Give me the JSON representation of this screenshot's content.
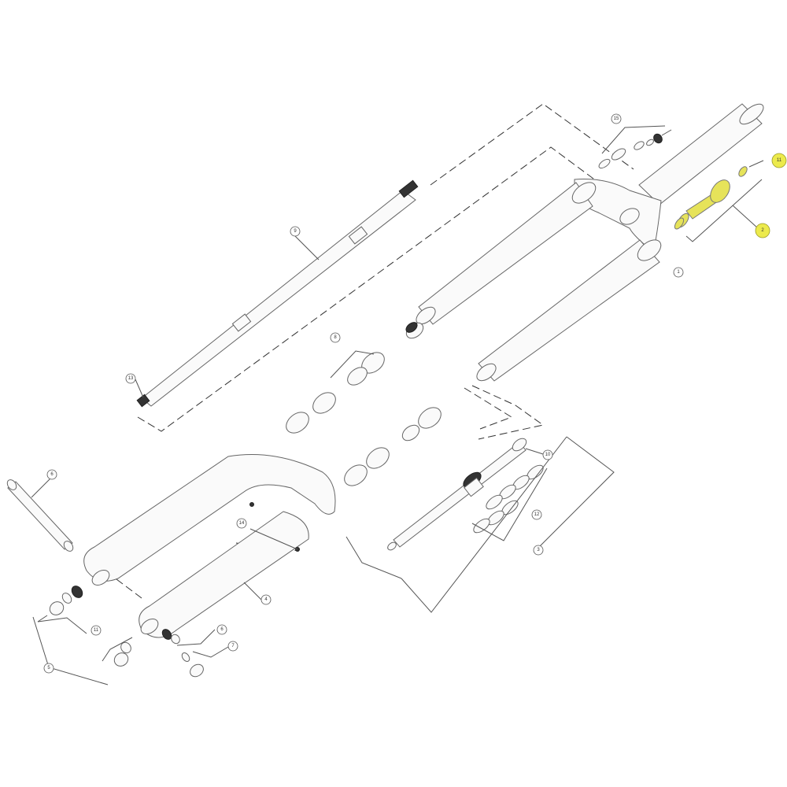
{
  "highlight_color": "#ecea4c",
  "callouts": {
    "c1": "1",
    "c2": "2",
    "c3": "3",
    "c4": "4",
    "c5": "5",
    "c6": "6",
    "c6b": "6",
    "c7": "7",
    "c8": "8",
    "c9": "9",
    "c10": "10",
    "c11a": "11",
    "c11b": "11",
    "c12": "12",
    "c13": "13",
    "c14": "14",
    "c15": "15"
  }
}
